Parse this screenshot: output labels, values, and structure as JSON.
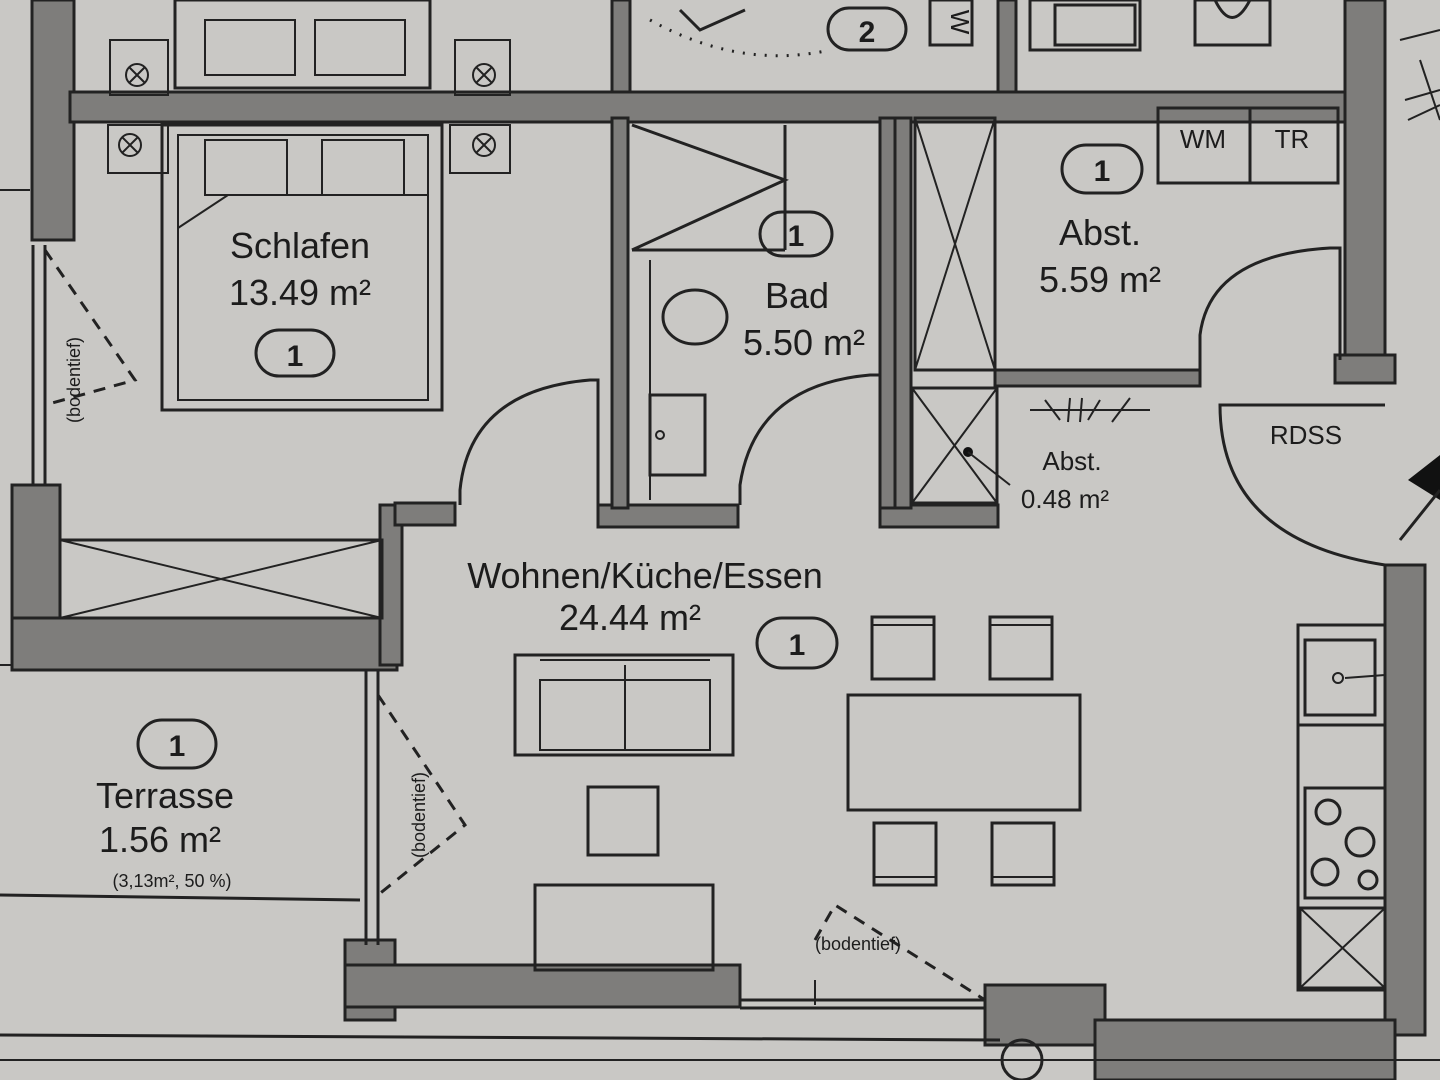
{
  "colors": {
    "paper": "#c9c8c5",
    "wall": "#7e7d7b",
    "ink": "#1c1c1c"
  },
  "rooms": {
    "schlafen": {
      "name": "Schlafen",
      "area": "13.49 m²",
      "marker": "1"
    },
    "bad": {
      "name": "Bad",
      "area": "5.50 m²",
      "marker": "1"
    },
    "abst_large": {
      "name": "Abst.",
      "area": "5.59 m²",
      "marker": "1"
    },
    "abst_small": {
      "name": "Abst.",
      "area": "0.48 m²"
    },
    "wohnen": {
      "name": "Wohnen/Küche/Essen",
      "area": "24.44 m²",
      "marker": "1"
    },
    "terrasse": {
      "name": "Terrasse",
      "area": "1.56 m²",
      "note": "(3,13m², 50 %)",
      "marker": "1"
    }
  },
  "top_marker": "2",
  "top_fixture_label": "W",
  "appliances": {
    "wm": "WM",
    "tr": "TR",
    "rdss": "RDSS"
  },
  "window_notes": {
    "left": "(bodentief)",
    "middle": "(bodentief)",
    "bottom": "(bodentief)"
  }
}
